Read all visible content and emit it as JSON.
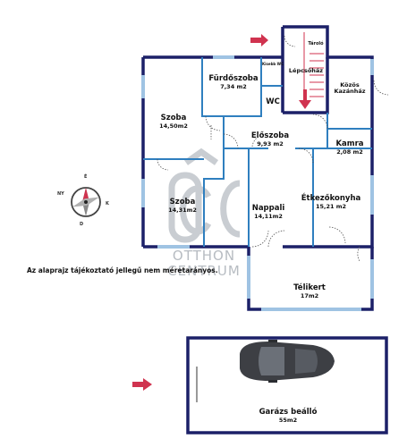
{
  "rooms": {
    "furdoszoba": {
      "name": "Fürdőszoba",
      "area": "7,34 m2"
    },
    "szoba1": {
      "name": "Szoba",
      "area": "14,50m2"
    },
    "wc": {
      "name": "WC"
    },
    "kiswc": {
      "name": "Kisebb WC"
    },
    "tarolo": {
      "name": "Tároló"
    },
    "lepcsohaz": {
      "name": "Lépcsőház"
    },
    "kozos": {
      "name": "Közös Kazánház"
    },
    "eloszoba": {
      "name": "Előszoba",
      "area": "9,93 m2"
    },
    "kamra": {
      "name": "Kamra",
      "area": "2,08 m2"
    },
    "szoba2": {
      "name": "Szoba",
      "area": "14,31m2"
    },
    "nappali": {
      "name": "Nappali",
      "area": "14,11m2"
    },
    "etkezo": {
      "name": "Étkezőkonyha",
      "area": "15,21 m2"
    },
    "telikert": {
      "name": "Télikert",
      "area": "17m2"
    },
    "garazs": {
      "name": "Garázs beálló",
      "area": "55m2"
    }
  },
  "note": "Az alaprajz tájékoztató jellegű nem méretarányos.",
  "watermark": {
    "line1": "OTTHON",
    "line2": "CENTRUM"
  },
  "compass": {
    "n": "É",
    "e": "K",
    "s": "D",
    "w": "NY"
  },
  "colors": {
    "wall": "#1c2068",
    "inner": "#2f7fbf",
    "window": "#9fc3e3",
    "arrow": "#d0334f",
    "watermark": "#b7bcc2"
  }
}
